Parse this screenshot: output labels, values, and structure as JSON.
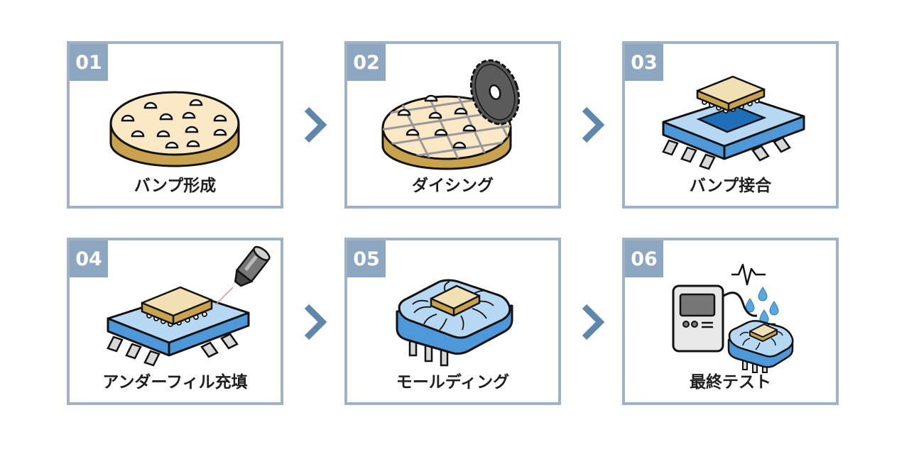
{
  "steps": [
    {
      "number": "01",
      "label": "バンプ形成",
      "icon": "wafer-bumps-icon"
    },
    {
      "number": "02",
      "label": "ダイシング",
      "icon": "dicing-saw-icon"
    },
    {
      "number": "03",
      "label": "バンプ接合",
      "icon": "flip-chip-bonding-icon"
    },
    {
      "number": "04",
      "label": "アンダーフィル充填",
      "icon": "underfill-dispense-icon"
    },
    {
      "number": "05",
      "label": "モールディング",
      "icon": "molded-package-icon"
    },
    {
      "number": "06",
      "label": "最終テスト",
      "icon": "final-test-icon"
    }
  ],
  "arrow_icon": "chevron-right-icon",
  "colors": {
    "frame": "#9fb2c6",
    "badge": "#8ea7c0",
    "arrow": "#5f87ab",
    "wafer_top": "#fbe8c6",
    "wafer_side": "#c9a24d",
    "substrate": "#4e97d8",
    "substrate_top": "#b6d8f2",
    "die": "#f2dfb4"
  }
}
